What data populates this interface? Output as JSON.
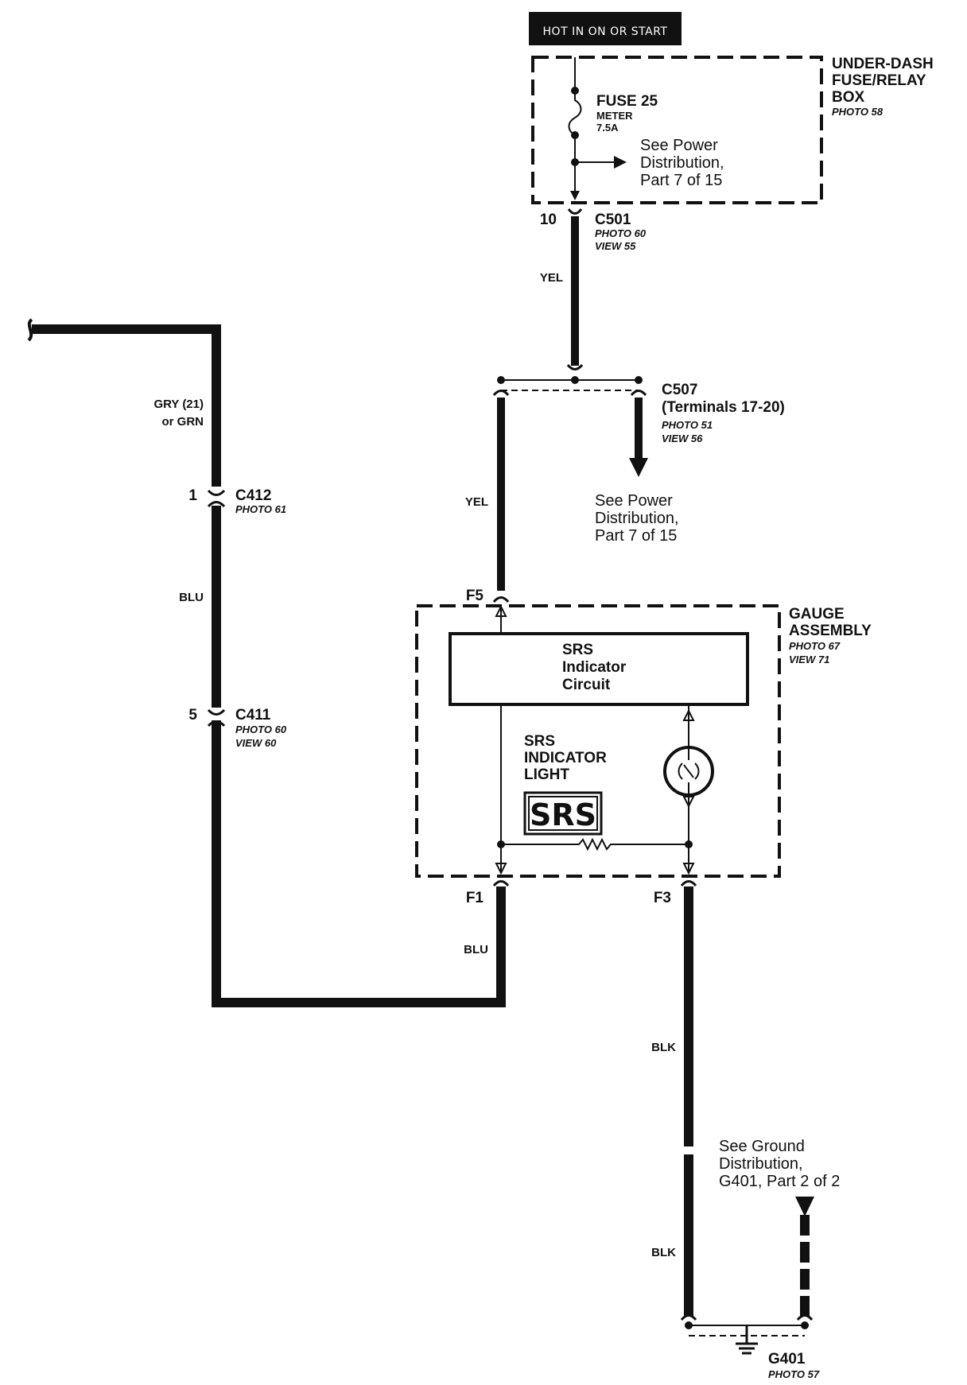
{
  "header": {
    "text": "HOT IN ON OR START"
  },
  "under_dash_box": {
    "title_lines": [
      "UNDER-DASH",
      "FUSE/RELAY",
      "BOX"
    ],
    "photo": "PHOTO 58",
    "fuse": {
      "name": "FUSE 25",
      "label": "METER",
      "rating": "7.5A"
    },
    "see_note_lines": [
      "See Power",
      "Distribution,",
      "Part 7 of 15"
    ]
  },
  "c501": {
    "pin": "10",
    "name": "C501",
    "photo": "PHOTO 60",
    "view": "VIEW 55",
    "wire": "YEL"
  },
  "c507": {
    "name": "C507",
    "terminals": "(Terminals 17-20)",
    "photo": "PHOTO 51",
    "view": "VIEW 56",
    "see_note_lines": [
      "See Power",
      "Distribution,",
      "Part 7 of 15"
    ],
    "wire": "YEL"
  },
  "left_circuit": {
    "wire_top_lines": [
      "GRY (21)",
      "or GRN"
    ],
    "c412": {
      "pin": "1",
      "name": "C412",
      "photo": "PHOTO 61"
    },
    "wire_mid": "BLU",
    "c411": {
      "pin": "5",
      "name": "C411",
      "photo": "PHOTO 60",
      "view": "VIEW 60"
    }
  },
  "gauge_assembly": {
    "title_lines": [
      "GAUGE",
      "ASSEMBLY"
    ],
    "photo": "PHOTO 67",
    "view": "VIEW 71",
    "circuit_lines": [
      "SRS",
      "Indicator",
      "Circuit"
    ],
    "light_lines": [
      "SRS",
      "INDICATOR",
      "LIGHT"
    ],
    "badge": "SRS",
    "pins": {
      "f5": "F5",
      "f1": "F1",
      "f3": "F3"
    }
  },
  "f1_wire": "BLU",
  "ground": {
    "wire_upper": "BLK",
    "wire_lower": "BLK",
    "see_note_lines": [
      "See Ground",
      "Distribution,",
      "G401, Part 2 of 2"
    ],
    "name": "G401",
    "photo": "PHOTO 57"
  }
}
